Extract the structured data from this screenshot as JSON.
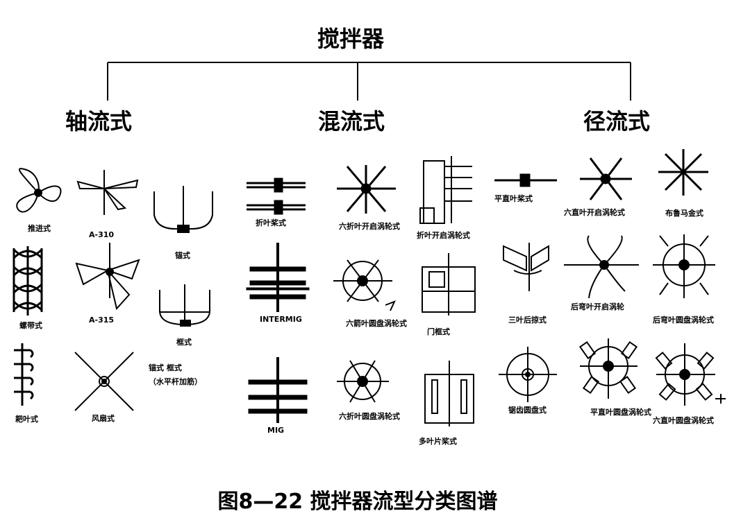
{
  "root": "搅拌器",
  "categories": [
    {
      "name": "轴流式",
      "items": [
        {
          "id": "propeller",
          "label": "推进式"
        },
        {
          "id": "a310",
          "label": "A-310"
        },
        {
          "id": "anchor",
          "label": "锚式"
        },
        {
          "id": "helical-ribbon",
          "label": "螺带式"
        },
        {
          "id": "a315",
          "label": "A-315"
        },
        {
          "id": "frame",
          "label": "框式"
        },
        {
          "id": "paddle-anchor",
          "label": "锚式 框式"
        },
        {
          "id": "paddle-anchor-note",
          "label": "（水平杆加筋）"
        },
        {
          "id": "rake",
          "label": "耙叶式"
        },
        {
          "id": "cross",
          "label": "风扇式"
        }
      ]
    },
    {
      "name": "混流式",
      "items": [
        {
          "id": "pitched-blade",
          "label": "折叶桨式"
        },
        {
          "id": "six-pitched-turbine",
          "label": "六折叶开启涡轮式"
        },
        {
          "id": "single-pitched-turbine",
          "label": "折叶开启涡轮式"
        },
        {
          "id": "intermig",
          "label": "INTERMIG"
        },
        {
          "id": "six-arrow-turbine",
          "label": "六箭叶圆盘涡轮式"
        },
        {
          "id": "gate",
          "label": "门框式"
        },
        {
          "id": "mig",
          "label": "MIG"
        },
        {
          "id": "six-curved-turbine",
          "label": "六折叶圆盘涡轮式"
        },
        {
          "id": "multi-blade",
          "label": "多叶片桨式"
        }
      ]
    },
    {
      "name": "径流式",
      "items": [
        {
          "id": "flat-paddle",
          "label": "平直叶桨式"
        },
        {
          "id": "six-flat-open-turbine",
          "label": "六直叶开启涡轮式"
        },
        {
          "id": "multi-blade-flat",
          "label": "布鲁马金式"
        },
        {
          "id": "three-leaf",
          "label": "三叶后掠式"
        },
        {
          "id": "curved-open-turbine",
          "label": "后弯叶开启涡轮"
        },
        {
          "id": "curved-disc-turbine",
          "label": "后弯叶圆盘涡轮式"
        },
        {
          "id": "saw-disc",
          "label": "锯齿圆盘式"
        },
        {
          "id": "flat-disc-turbine",
          "label": "平直叶圆盘涡轮式"
        },
        {
          "id": "six-flat-disc-turbine",
          "label": "六直叶圆盘涡轮式"
        }
      ]
    }
  ],
  "caption": "图8—22  搅拌器流型分类图谱"
}
